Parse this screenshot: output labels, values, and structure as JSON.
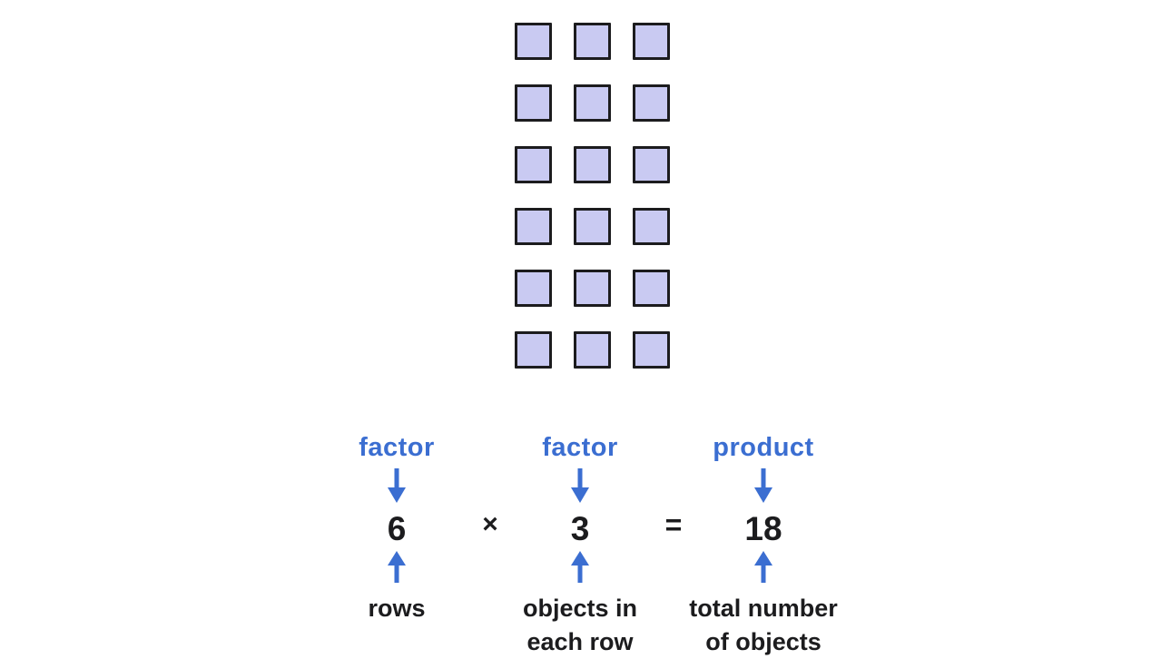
{
  "grid": {
    "rows": 6,
    "columns": 3,
    "square_fill": "#c9caf2",
    "square_border": "#1c1c1e"
  },
  "equation": {
    "factor1": {
      "label": "factor",
      "value": "6",
      "annotation_line1": "rows"
    },
    "factor2": {
      "label": "factor",
      "value": "3",
      "annotation_line1": "objects in",
      "annotation_line2": "each row"
    },
    "product": {
      "label": "product",
      "value": "18",
      "annotation_line1": "total number",
      "annotation_line2": "of objects"
    },
    "multiply_sign": "×",
    "equals_sign": "="
  },
  "icons": {
    "down_arrow": "arrow-down-icon",
    "up_arrow": "arrow-up-icon"
  },
  "colors": {
    "accent_blue": "#3b6ed1",
    "text_black": "#1c1c1e"
  }
}
